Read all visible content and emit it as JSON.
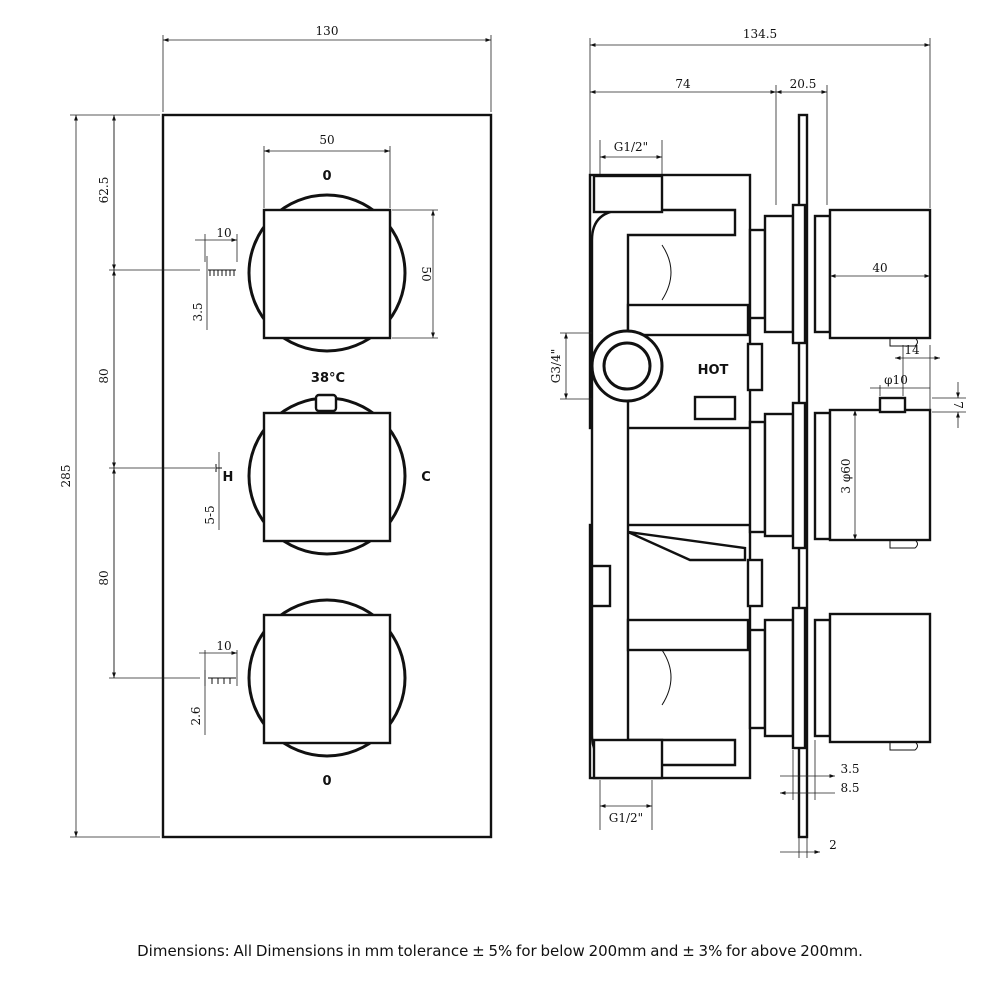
{
  "front_view": {
    "width": "130",
    "height": "285",
    "top_offset": "62.5",
    "spacing_1": "80",
    "spacing_2": "80",
    "handle_width": "50",
    "handle_height": "50",
    "top_marker_width": "10",
    "top_marker_depth": "3.5",
    "mid_marker_depth": "5-5",
    "bottom_marker_width": "10",
    "bottom_marker_depth": "2.6",
    "label_top_zero": "0",
    "label_temperature": "38°C",
    "label_hot": "H",
    "label_cold": "C",
    "label_bottom_zero": "0"
  },
  "side_view": {
    "overall_depth": "134.5",
    "body_depth": "74",
    "plate_depth": "20.5",
    "inlet_top": "G1/2\"",
    "inlet_side": "G3/4\"",
    "inlet_bottom": "G1/2\"",
    "label_hot": "HOT",
    "handle_depth": "40",
    "spindle_offset": "14",
    "spindle_diameter": "φ10",
    "spindle_projection": "7",
    "rosette_diameter": "3 φ60",
    "dim_small_1": "3.5",
    "dim_small_2": "8.5",
    "plate_thickness": "2"
  },
  "footnote": "Dimensions: All Dimensions in mm tolerance ± 5% for below 200mm and ± 3% for above 200mm."
}
